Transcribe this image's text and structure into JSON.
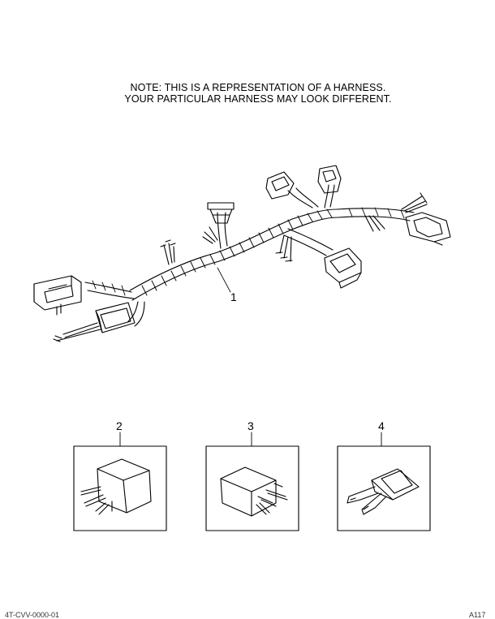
{
  "note": {
    "line1": "NOTE: THIS IS A REPRESENTATION OF A HARNESS.",
    "line2": "YOUR PARTICULAR HARNESS MAY LOOK DIFFERENT."
  },
  "callouts": {
    "harness": "1",
    "relay_a": "2",
    "relay_b": "3",
    "fuse": "4"
  },
  "footer": {
    "left": "4T-CVV-0000-01",
    "right": "A117"
  }
}
